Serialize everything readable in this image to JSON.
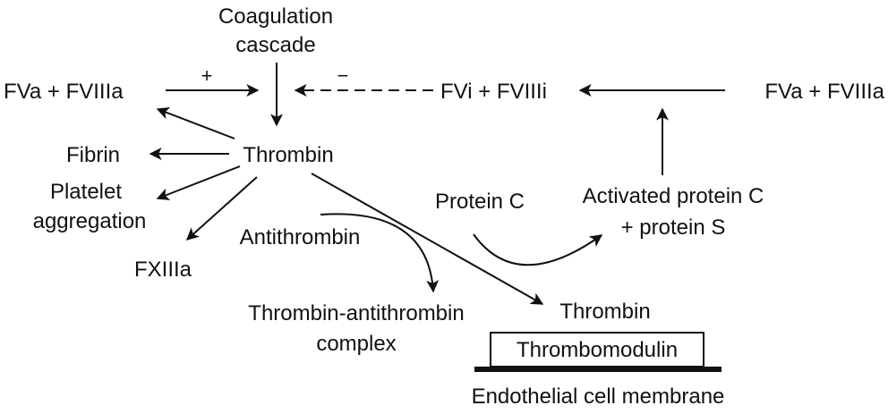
{
  "labels": {
    "coagulation_line1": "Coagulation",
    "coagulation_line2": "cascade",
    "fva_fviiia_left": "FVa + FVIIIa",
    "fvi_fviiii": "FVi + FVIIIi",
    "fva_fviiia_right": "FVa + FVIIIa",
    "thrombin_center": "Thrombin",
    "fibrin": "Fibrin",
    "platelet_line1": "Platelet",
    "platelet_line2": "aggregation",
    "fxiiia": "FXIIIa",
    "antithrombin": "Antithrombin",
    "protein_c": "Protein C",
    "activated_pc_line1": "Activated protein C",
    "activated_pc_line2": "+ protein S",
    "tat_line1": "Thrombin-antithrombin",
    "tat_line2": "complex",
    "thrombin_bound": "Thrombin",
    "thrombomodulin": "Thrombomodulin",
    "endothelial": "Endothelial cell membrane"
  },
  "signs": {
    "positive": "+",
    "negative": "−"
  },
  "colors": {
    "ink": "#111111",
    "background": "#ffffff"
  }
}
